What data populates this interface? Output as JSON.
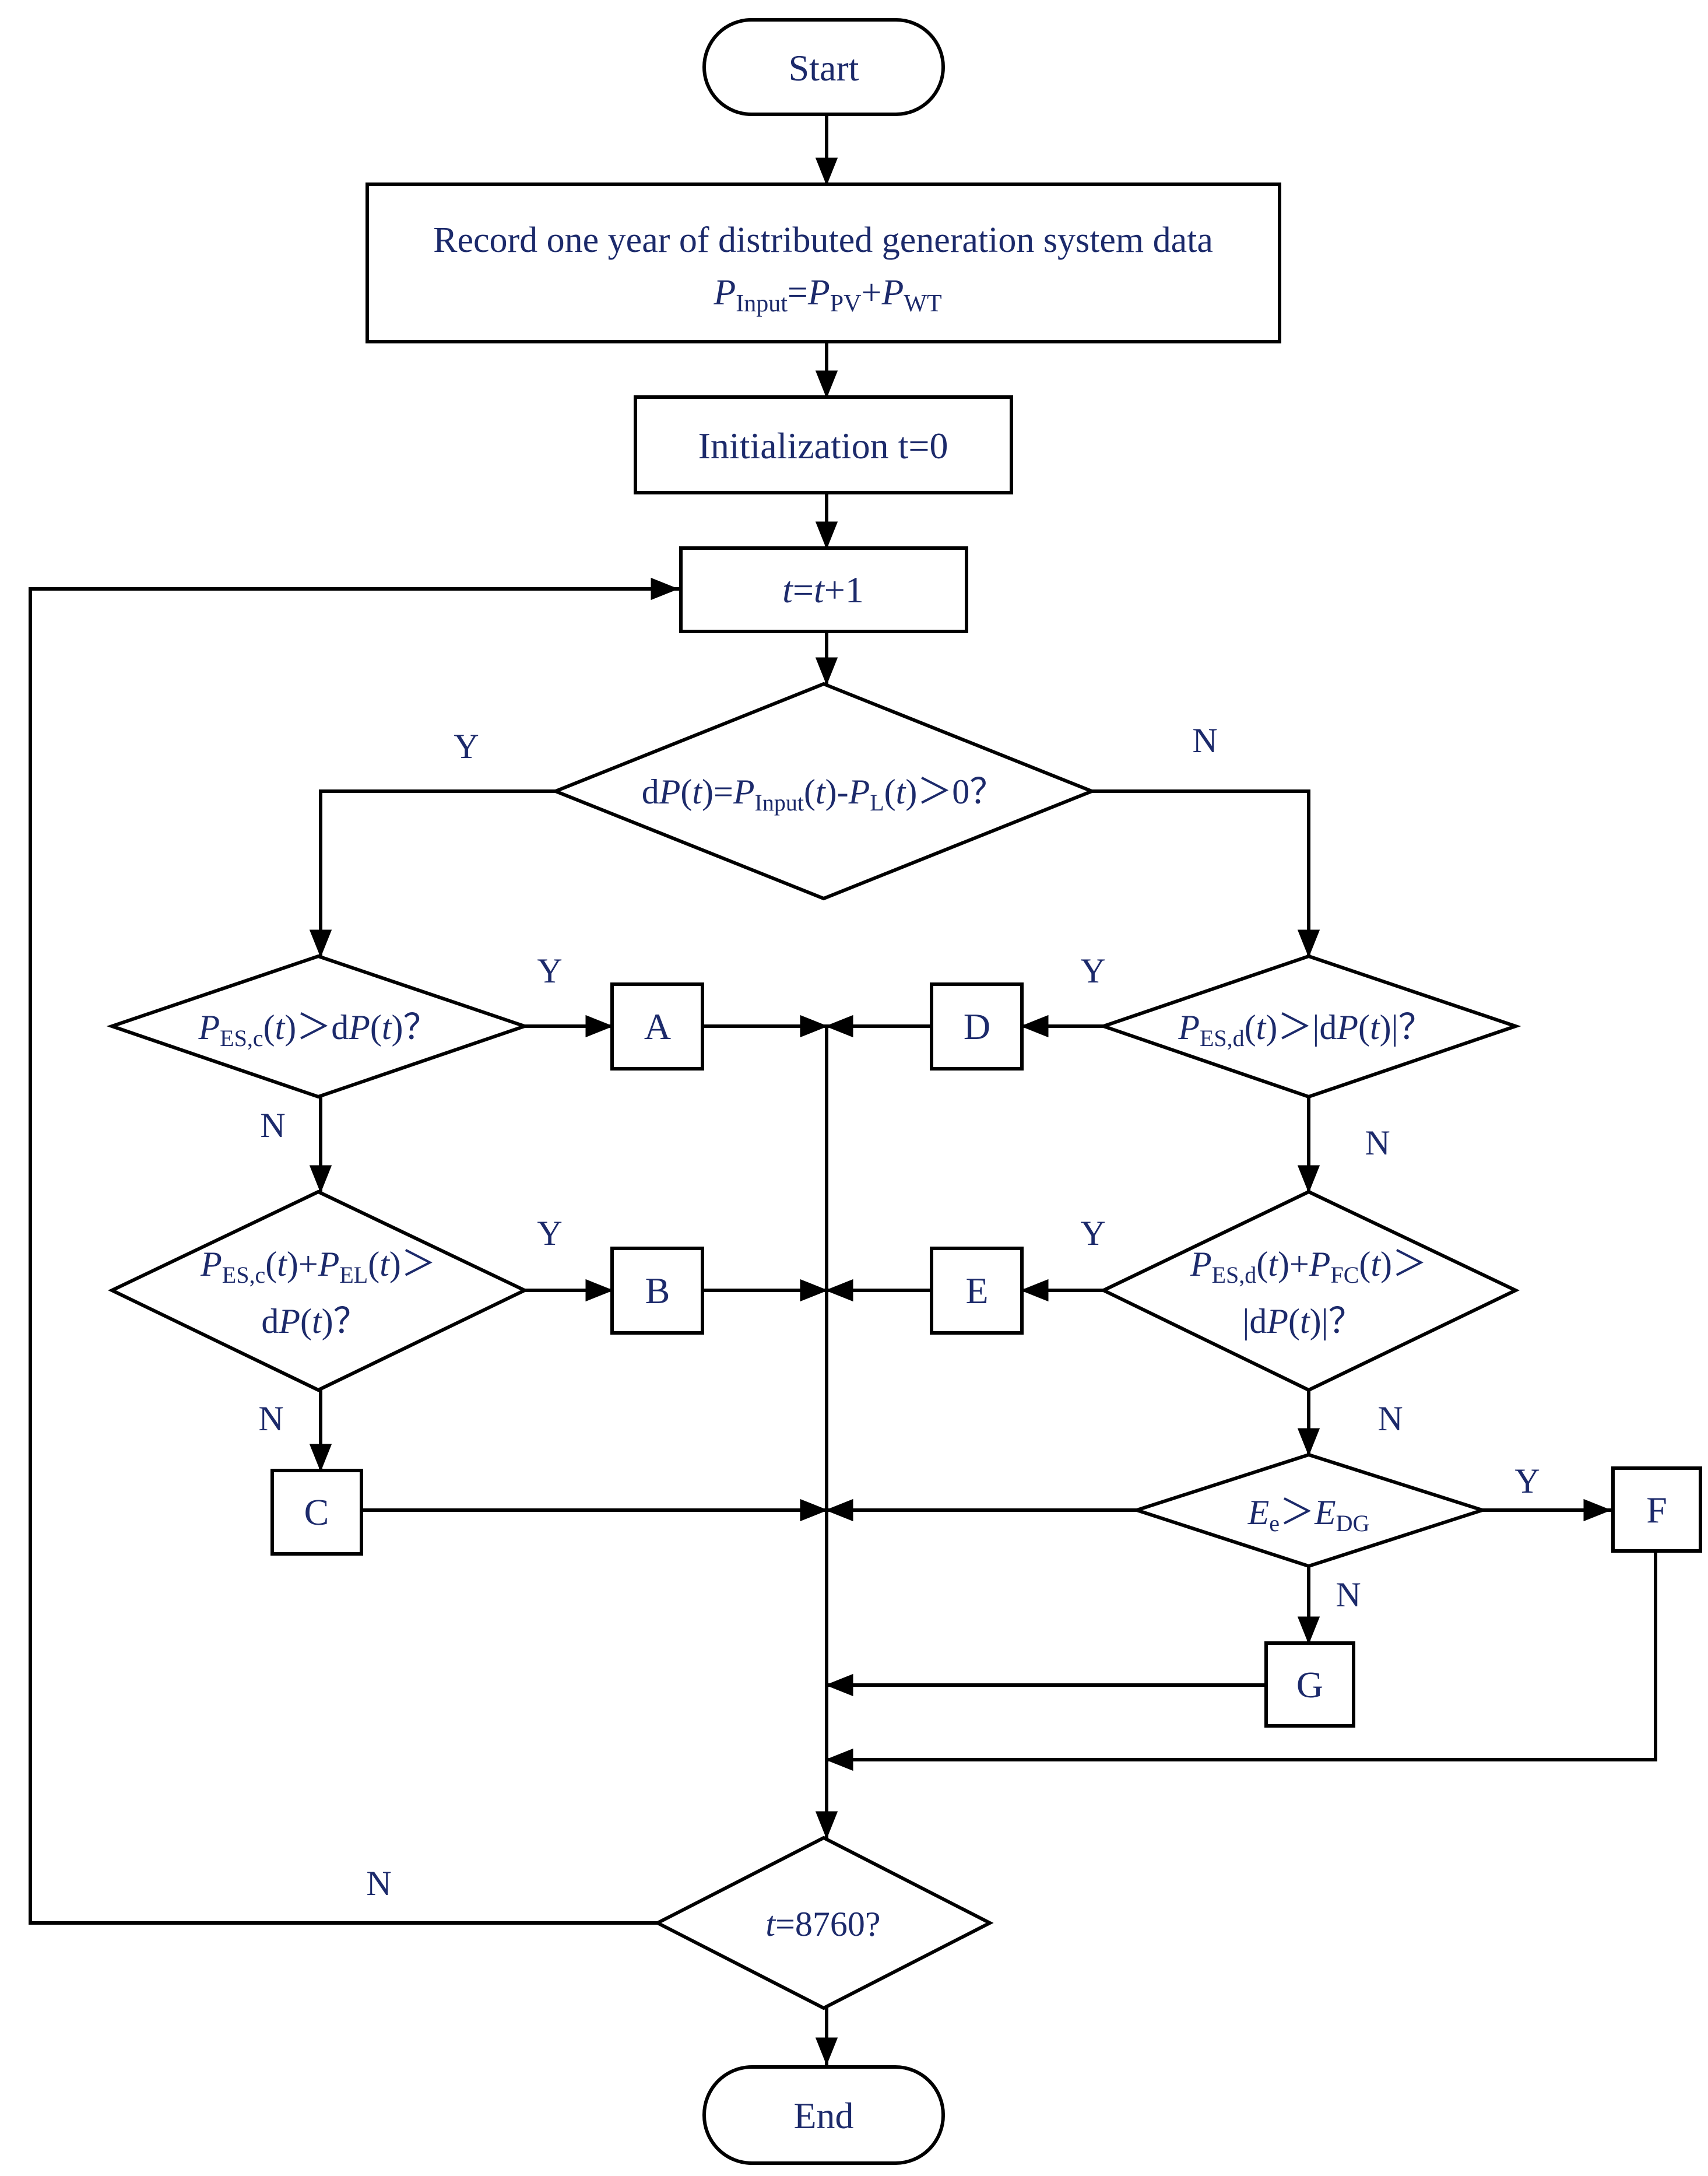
{
  "colors": {
    "text": "#1c2a6b",
    "stroke": "#000000",
    "background": "#ffffff"
  },
  "nodes": {
    "start": "Start",
    "record": {
      "line1": "Record one year of distributed generation system data"
    },
    "init": "Initialization t=0",
    "box_a": "A",
    "box_b": "B",
    "box_c": "C",
    "box_d": "D",
    "box_e": "E",
    "box_f": "F",
    "box_g": "G",
    "end": "End"
  },
  "edge_labels": {
    "main_yes": "Y",
    "main_no": "N",
    "c1_yes": "Y",
    "c1_no": "N",
    "c2_yes": "Y",
    "c2_no": "N",
    "d1_yes": "Y",
    "d1_no": "N",
    "d2_yes": "Y",
    "d2_no": "N",
    "e_yes": "Y",
    "e_no": "N",
    "loop_no": "N"
  }
}
